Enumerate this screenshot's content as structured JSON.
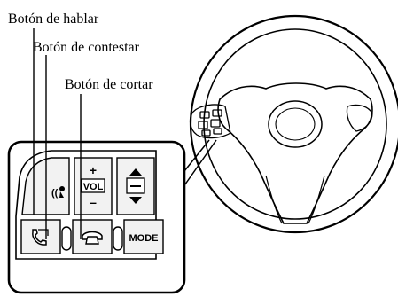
{
  "labels": {
    "talk": "Botón de hablar",
    "answer": "Botón de contestar",
    "hangup": "Botón de cortar"
  },
  "buttons": {
    "volume": "VOL",
    "vol_plus": "+",
    "vol_minus": "–",
    "mode": "MODE"
  },
  "icons": [
    "voice-recognition-icon",
    "phone-pickup-icon",
    "phone-hangup-icon",
    "arrow-up-icon",
    "arrow-down-icon"
  ]
}
